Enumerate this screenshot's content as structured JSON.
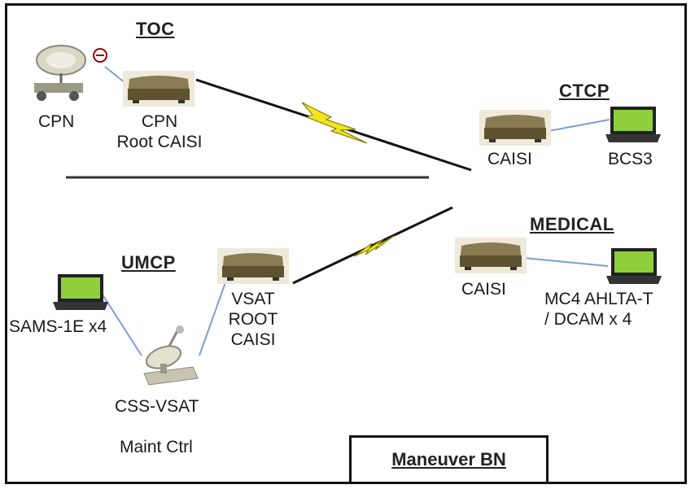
{
  "sections": {
    "toc": "TOC",
    "ctcp": "CTCP",
    "medical": "MEDICAL",
    "umcp": "UMCP"
  },
  "labels": {
    "cpn": "CPN",
    "cpn_root_line1": "CPN",
    "cpn_root_line2": "Root CAISI",
    "ctcp_caisi": "CAISI",
    "bcs3": "BCS3",
    "medical_caisi": "CAISI",
    "mc4_line1": "MC4 AHLTA-T",
    "mc4_line2": "/ DCAM  x 4",
    "vsat_line1": "VSAT",
    "vsat_line2": "ROOT",
    "vsat_line3": "CAISI",
    "sams": "SAMS-1E x4",
    "css_vsat": "CSS-VSAT",
    "maint_ctrl": "Maint Ctrl"
  },
  "footer": {
    "unit": "Maneuver BN"
  },
  "icons": {
    "caisi": "radio-box-icon",
    "laptop": "laptop-icon",
    "satellite": "satellite-dish-icon",
    "lightning": "lightning-bolt-icon"
  },
  "colors": {
    "box_body": "#5e5230",
    "box_top": "#8a7b52",
    "screen": "#8fcf3c",
    "bolt": "#f2e51d",
    "link": "#7a9fd6"
  }
}
